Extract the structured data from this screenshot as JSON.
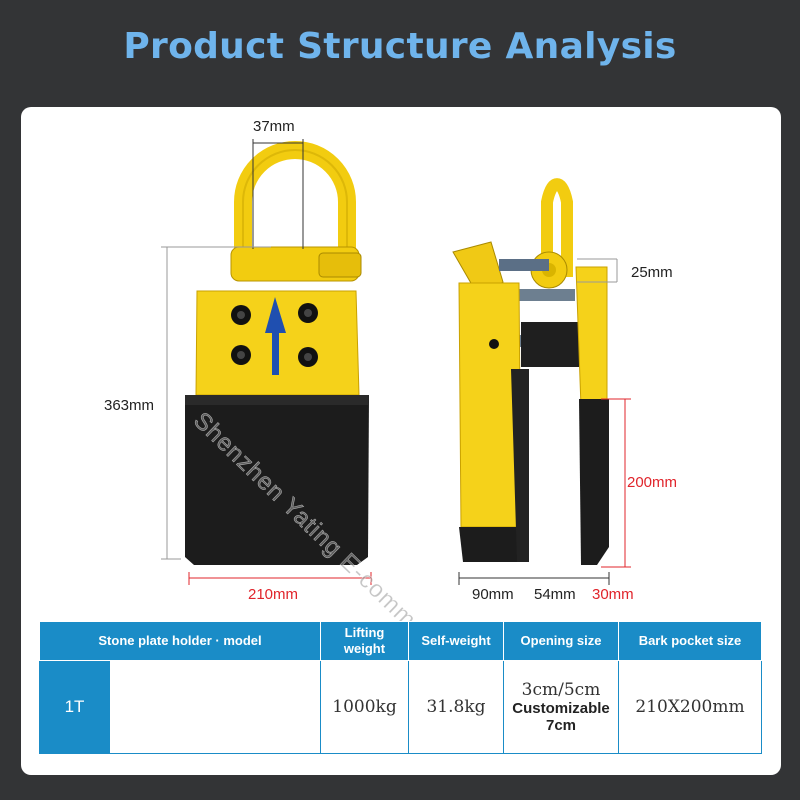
{
  "title": "Product Structure Analysis",
  "watermark": "Shenzhen Yating E-commerce Co., Ltd.",
  "dimensions": {
    "shackle_width": "37mm",
    "height": "363mm",
    "width": "210mm",
    "pin": "25mm",
    "pad_height": "200mm",
    "depth": "90mm",
    "opening": "54mm",
    "pad_thickness": "30mm"
  },
  "table": {
    "headers": [
      "Stone plate holder · model",
      "Lifting weight",
      "Self-weight",
      "Opening size",
      "Bark pocket size"
    ],
    "row": {
      "model": "1T",
      "lifting_weight": "1000kg",
      "self_weight": "31.8kg",
      "opening_size": "3cm/5cm",
      "opening_note": "Customizable 7cm",
      "pocket_size": "210X200mm"
    }
  },
  "colors": {
    "background": "#333436",
    "title": "#6fb4ec",
    "body_yellow": "#f5d21a",
    "rubber_black": "#1c1c1c",
    "accent_red": "#e0242b",
    "table_blue": "#1a8cc7"
  }
}
